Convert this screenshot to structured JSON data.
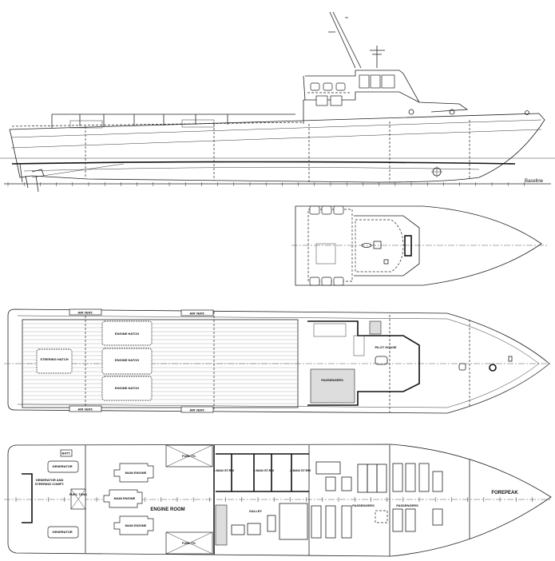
{
  "profile": {
    "baseline_label": "Baseline"
  },
  "upper_deck": {},
  "main_deck": {
    "air_vent_labels": [
      "AIR VENT.",
      "AIR VENT.",
      "AIR VENT.",
      "AIR VENT."
    ],
    "hatch_labels": [
      "ENGINE HATCH",
      "ENGINE HATCH",
      "ENGINE HATCH"
    ],
    "steering_hatch_label": "STEERING HATCH",
    "pilot_house_label": "PILOT HOUSE",
    "passenger_label": "PASSENGERS"
  },
  "lower_deck": {
    "batt_label": "BATT.",
    "generator_labels": [
      "GENERATOR",
      "GENERATOR"
    ],
    "steering_compt_label_1": "GENERATOR AND",
    "steering_compt_label_2": "STEERING COMPT.",
    "fuel_tank_center_label": "FUEL TANK",
    "main_engine_labels": [
      "MAIN ENGINE",
      "MAIN ENGINE",
      "MAIN ENGINE"
    ],
    "fuel_tk_labels": [
      "FUEL TK.",
      "FUEL TK."
    ],
    "engine_room_label": "ENGINE ROOM",
    "stateroom_labels": [
      "2-MAN ST.RM",
      "2-MAN ST.RM",
      "2-MAN ST.RM"
    ],
    "galley_label": "GALLEY",
    "passenger_labels": [
      "PASSENGERS",
      "PASSENGERS"
    ],
    "forepeak_label": "FOREPEAK"
  }
}
